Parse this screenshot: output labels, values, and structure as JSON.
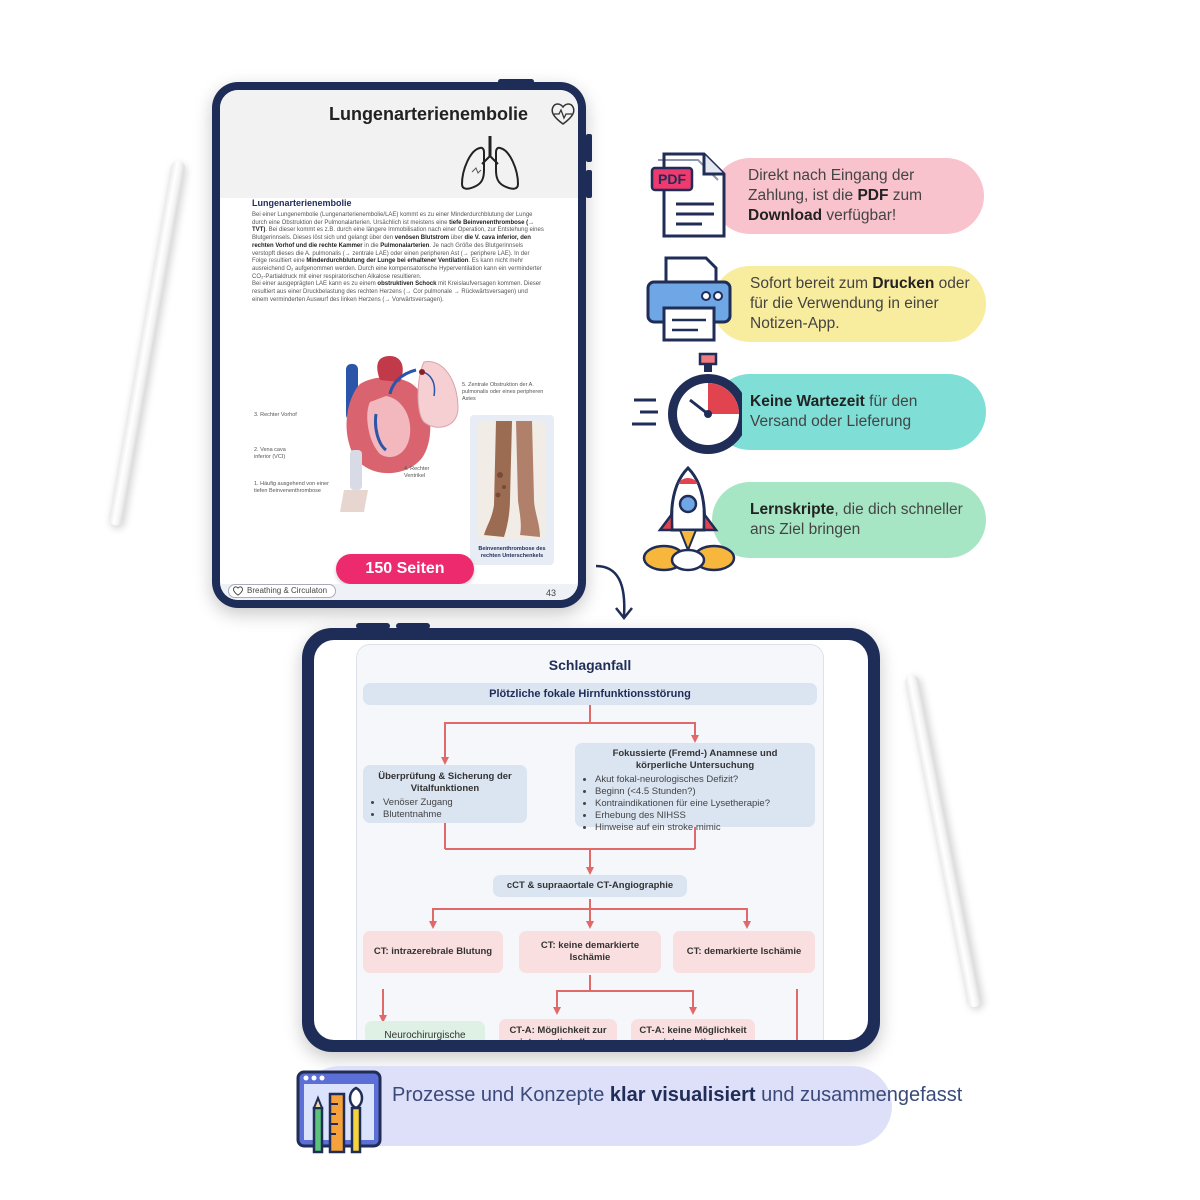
{
  "tablet1": {
    "title": "Lungenarterienembolie",
    "section_heading": "Lungenarterienembolie",
    "paragraph_html": "Bei einer Lungenembolie (Lungenarterienembolie/LAE) kommt es zu einer Minderdurchblutung der Lunge durch eine Obstruktion der Pulmonalarterien. Ursächlich ist meistens eine <b>tiefe Beinvenenthrombose (→ TVT)</b>. Bei dieser kommt es z.B. durch eine längere Immobilisation nach einer Operation, zur Entstehung eines Blutgerinnsels. Dieses löst sich und gelangt über den <b>venösen Blutstrom</b> über <b>die V. cava inferior, den rechten Vorhof und die rechte Kammer</b> in die <b>Pulmonalarterien</b>. Je nach Größe des Blutgerinnsels verstopft dieses die A. pulmonalis (→ zentrale LAE) oder einen peripheren Ast (→ periphere LAE). In der Folge resultiert eine <b>Minderdurchblutung der Lunge bei erhaltener Ventilation</b>. Es kann nicht mehr ausreichend O₂ aufgenommen werden. Durch eine kompensatorische Hyperventilation kann ein verminderter CO₂-Partialdruck mit einer respiratorischen Alkalose resultieren.<br>Bei einer ausgeprägten LAE kann es zu einem <b>obstruktiven Schock</b> mit Kreislaufversagen kommen. Dieser resultiert aus einer Druckbelastung des rechten Herzens (→ Cor pulmonale → Rückwärtsversagen) und einem verminderten Auswurf des linken Herzens (→ Vorwärtsversagen).",
    "labels": {
      "l3": "3. Rechter Vorhof",
      "l2": "2. Vena cava inferior (VCI)",
      "l1": "1. Häufig ausgehend von einer tiefen Beinvenenthrombose",
      "l4": "4. Rechter Ventrikel",
      "l5": "5. Zentrale Obstruktion der A. pulmonalis oder eines peripheren Astes"
    },
    "photo_caption": "Beinvenenthrombose des rechten Unterschenkels",
    "pages_badge": "150 Seiten",
    "chapter": "Breathing & Circulaton",
    "page_number": "43"
  },
  "features": [
    {
      "icon": "pdf-document-icon",
      "html": "Direkt nach Eingang der Zahlung, ist die <b>PDF</b> zum <b>Download</b> verfügbar!",
      "color": "#f8c3cc"
    },
    {
      "icon": "printer-icon",
      "html": "Sofort bereit zum <b>Drucken</b> oder für die Verwendung in einer Notizen-App.",
      "color": "#f8ec9f"
    },
    {
      "icon": "stopwatch-icon",
      "html": "<b>Keine Wartezeit</b> für den Versand oder Lieferung",
      "color": "#7fdfd6"
    },
    {
      "icon": "rocket-icon",
      "html": "<b>Lernskripte</b>, die dich schneller ans Ziel bringen",
      "color": "#a7e6c4"
    }
  ],
  "tablet2": {
    "title": "Schlaganfall",
    "top_box": "Plötzliche fokale Hirnfunktionsstörung",
    "left_box": {
      "title": "Überprüfung & Sicherung der Vitalfunktionen",
      "items": [
        "Venöser Zugang",
        "Blutentnahme"
      ]
    },
    "right_box": {
      "title": "Fokussierte (Fremd-) Anamnese und körperliche Untersuchung",
      "items": [
        "Akut fokal-neurologisches Defizit?",
        "Beginn (<4.5 Stunden?)",
        "Kontraindikationen für eine Lysetherapie?",
        "Erhebung des NIHSS",
        "Hinweise auf ein stroke mimic"
      ]
    },
    "ct_box": "cCT & supraaortale CT-Angiographie",
    "ct_outcomes": [
      "CT: intrazerebrale Blutung",
      "CT: keine demarkierte Ischämie",
      "CT: demarkierte Ischämie"
    ],
    "bottom_boxes": [
      "Neurochirurgische",
      "CT-A: Möglichkeit zur interventionellen",
      "CT-A: keine Möglichkeit zur interventionellen"
    ]
  },
  "bottom_banner": {
    "html": "Prozesse und Konzepte <b>klar visualisiert</b> und zusammengefasst",
    "icon": "design-tools-icon",
    "color": "#dde0f8"
  }
}
